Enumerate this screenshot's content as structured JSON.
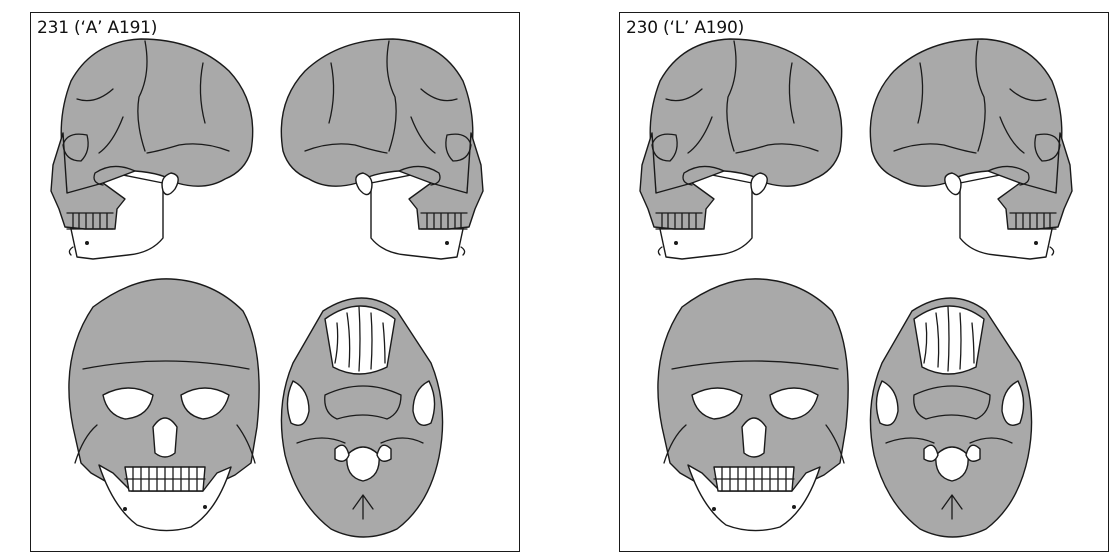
{
  "figure": {
    "panels": [
      {
        "label": "231 (‘A’ A191)"
      },
      {
        "label": "230 (‘L’ A190)"
      }
    ],
    "colors": {
      "preserved_bone": "#a9a9a9",
      "missing_bone": "#ffffff",
      "outline": "#1a1a1a"
    },
    "views": [
      "right-lateral",
      "left-lateral",
      "frontal",
      "basal"
    ]
  }
}
